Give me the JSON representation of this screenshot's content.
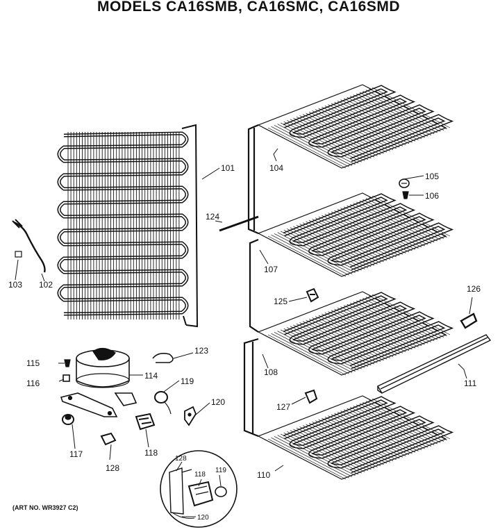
{
  "title": "MODELS CA16SMB, CA16SMC, CA16SMD",
  "art_no": "(ART NO. WR3927 C2)",
  "part_labels": [
    {
      "id": "101"
    },
    {
      "id": "102"
    },
    {
      "id": "103"
    },
    {
      "id": "104"
    },
    {
      "id": "105"
    },
    {
      "id": "106"
    },
    {
      "id": "107"
    },
    {
      "id": "108"
    },
    {
      "id": "110"
    },
    {
      "id": "111"
    },
    {
      "id": "114"
    },
    {
      "id": "115"
    },
    {
      "id": "116"
    },
    {
      "id": "117"
    },
    {
      "id": "118"
    },
    {
      "id": "119"
    },
    {
      "id": "120"
    },
    {
      "id": "123"
    },
    {
      "id": "124"
    },
    {
      "id": "125"
    },
    {
      "id": "126"
    },
    {
      "id": "127"
    },
    {
      "id": "128"
    }
  ],
  "inset_labels": [
    {
      "id": "128"
    },
    {
      "id": "118"
    },
    {
      "id": "119"
    },
    {
      "id": "120"
    }
  ],
  "colors": {
    "ink": "#111111",
    "paper": "#ffffff"
  }
}
